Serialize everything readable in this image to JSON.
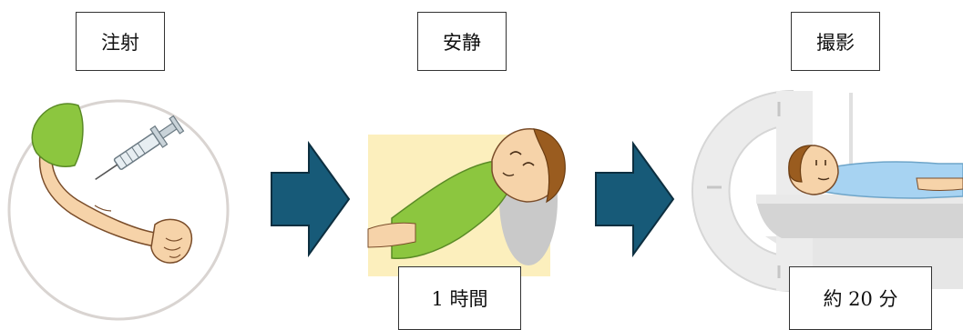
{
  "steps": [
    {
      "title": "注射",
      "icon": "injection-arm-icon"
    },
    {
      "title": "安静",
      "icon": "resting-person-icon",
      "duration": "1 時間"
    },
    {
      "title": "撮影",
      "icon": "pet-scanner-icon",
      "duration": "約 20 分"
    }
  ],
  "colors": {
    "arrow_fill": "#175a78",
    "arrow_stroke": "#0d2f40",
    "sleeve_green": "#8cc63f",
    "skin": "#f6d3a9",
    "hair": "#9a5c1f",
    "blanket": "#fcefbd",
    "scanner_gray": "#ececec",
    "gown_blue": "#a7d3f2"
  }
}
